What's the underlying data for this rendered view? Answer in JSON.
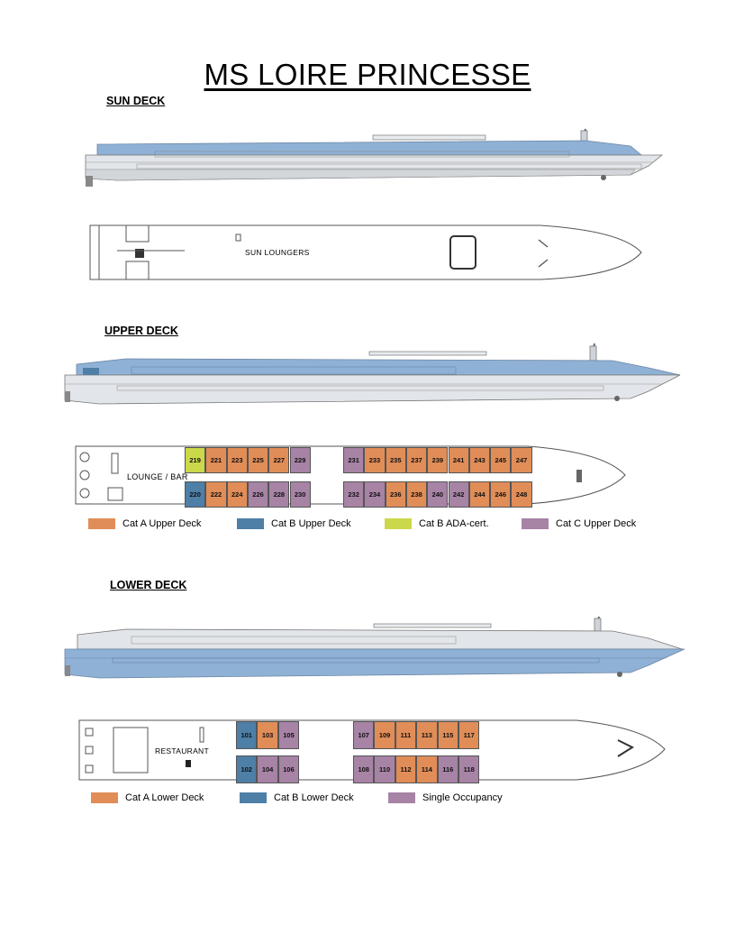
{
  "title": "MS LOIRE PRINCESSE",
  "colors": {
    "catA": "#e08d58",
    "catB": "#4d7fa7",
    "ada": "#cbd84a",
    "catC": "#a783a5",
    "hullBlue": "#8fb1d6"
  },
  "sun_deck": {
    "heading": "SUN DECK",
    "loungers_label": "SUN LOUNGERS"
  },
  "upper_deck": {
    "heading": "UPPER DECK",
    "lounge_label": "LOUNGE / BAR",
    "top_row": [
      {
        "no": "219",
        "cat": "ada"
      },
      {
        "no": "221",
        "cat": "catA"
      },
      {
        "no": "223",
        "cat": "catA"
      },
      {
        "no": "225",
        "cat": "catA"
      },
      {
        "no": "227",
        "cat": "catA"
      },
      {
        "no": "229",
        "cat": "catC"
      },
      {
        "no": "231",
        "cat": "catC"
      },
      {
        "no": "233",
        "cat": "catA"
      },
      {
        "no": "235",
        "cat": "catA"
      },
      {
        "no": "237",
        "cat": "catA"
      },
      {
        "no": "239",
        "cat": "catA"
      },
      {
        "no": "241",
        "cat": "catA"
      },
      {
        "no": "243",
        "cat": "catA"
      },
      {
        "no": "245",
        "cat": "catA"
      },
      {
        "no": "247",
        "cat": "catA"
      }
    ],
    "bottom_row": [
      {
        "no": "220",
        "cat": "catB"
      },
      {
        "no": "222",
        "cat": "catA"
      },
      {
        "no": "224",
        "cat": "catA"
      },
      {
        "no": "226",
        "cat": "catC"
      },
      {
        "no": "228",
        "cat": "catC"
      },
      {
        "no": "230",
        "cat": "catC"
      },
      {
        "no": "232",
        "cat": "catC"
      },
      {
        "no": "234",
        "cat": "catC"
      },
      {
        "no": "236",
        "cat": "catA"
      },
      {
        "no": "238",
        "cat": "catA"
      },
      {
        "no": "240",
        "cat": "catC"
      },
      {
        "no": "242",
        "cat": "catC"
      },
      {
        "no": "244",
        "cat": "catA"
      },
      {
        "no": "246",
        "cat": "catA"
      },
      {
        "no": "248",
        "cat": "catA"
      }
    ],
    "legend": [
      {
        "label": "Cat A Upper Deck",
        "cat": "catA"
      },
      {
        "label": "Cat B Upper Deck",
        "cat": "catB"
      },
      {
        "label": "Cat B ADA-cert.",
        "cat": "ada"
      },
      {
        "label": "Cat C Upper Deck",
        "cat": "catC"
      }
    ]
  },
  "lower_deck": {
    "heading": "LOWER DECK",
    "restaurant_label": "RESTAURANT",
    "top_row": [
      {
        "no": "101",
        "cat": "catB"
      },
      {
        "no": "103",
        "cat": "catA"
      },
      {
        "no": "105",
        "cat": "catC"
      },
      {
        "no": "107",
        "cat": "catC"
      },
      {
        "no": "109",
        "cat": "catA"
      },
      {
        "no": "111",
        "cat": "catA"
      },
      {
        "no": "113",
        "cat": "catA"
      },
      {
        "no": "115",
        "cat": "catA"
      },
      {
        "no": "117",
        "cat": "catA"
      }
    ],
    "bottom_row": [
      {
        "no": "102",
        "cat": "catB"
      },
      {
        "no": "104",
        "cat": "catC"
      },
      {
        "no": "106",
        "cat": "catC"
      },
      {
        "no": "108",
        "cat": "catC"
      },
      {
        "no": "110",
        "cat": "catC"
      },
      {
        "no": "112",
        "cat": "catA"
      },
      {
        "no": "114",
        "cat": "catA"
      },
      {
        "no": "116",
        "cat": "catC"
      },
      {
        "no": "118",
        "cat": "catC"
      }
    ],
    "legend": [
      {
        "label": "Cat A Lower Deck",
        "cat": "catA"
      },
      {
        "label": "Cat B Lower Deck",
        "cat": "catB"
      },
      {
        "label": "Single Occupancy",
        "cat": "catC"
      }
    ]
  }
}
